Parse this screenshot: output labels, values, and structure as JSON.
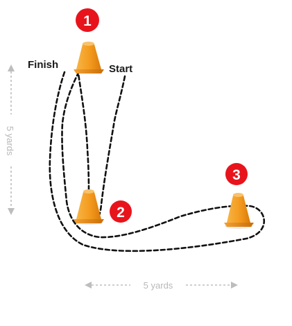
{
  "labels": {
    "finish": "Finish",
    "start": "Start"
  },
  "dimensions": {
    "vertical": "5 yards",
    "horizontal": "5 yards"
  },
  "markers": [
    {
      "number": "1"
    },
    {
      "number": "2"
    },
    {
      "number": "3"
    }
  ],
  "colors": {
    "badge": "#e8141c",
    "cone": "#f5a623",
    "path": "#111111",
    "dimension": "#bdbdbd"
  }
}
